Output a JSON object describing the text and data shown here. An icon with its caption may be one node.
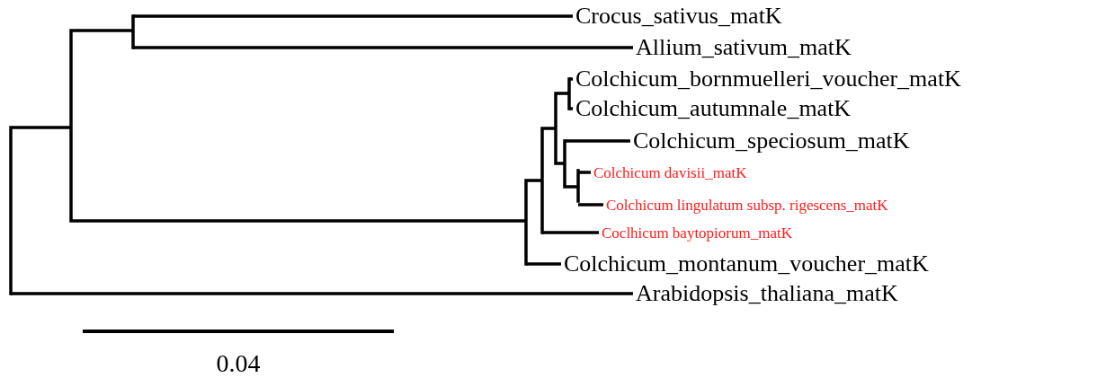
{
  "diagram": {
    "nodes": [
      {
        "text": [
          "Crocus_sativus_matK"
        ]
      },
      {
        "text": [
          "Allium_sativum_matK"
        ]
      },
      {
        "text": [
          "Colchicum_bornmuelleri_voucher_matK"
        ]
      },
      {
        "text": [
          "Colchicum_autumnale_matK"
        ]
      },
      {
        "text": [
          "Colchicum_speciosum_matK"
        ]
      },
      {
        "text": [
          "Colchicum davisii_matK"
        ]
      },
      {
        "text": [
          "Colchicum lingulatum subsp. rigescens_matK"
        ]
      },
      {
        "text": [
          "Coclhicum baytopiorum_matK"
        ]
      },
      {
        "text": [
          "Colchicum_montanum_voucher_matK"
        ]
      },
      {
        "text": [
          "Arabidopsis_thaliana_matK"
        ]
      }
    ],
    "edges": [
      {
        "from": null,
        "to": 0,
        "arrow": "none"
      },
      {
        "from": null,
        "to": 1,
        "arrow": "none"
      },
      {
        "from": null,
        "to": 2,
        "arrow": "none"
      },
      {
        "from": null,
        "to": 3,
        "arrow": "none"
      },
      {
        "from": null,
        "to": 4,
        "arrow": "none"
      },
      {
        "from": null,
        "to": 5,
        "arrow": "none"
      },
      {
        "from": null,
        "to": 6,
        "arrow": "none"
      },
      {
        "from": null,
        "to": 7,
        "arrow": "none"
      },
      {
        "from": null,
        "to": 8,
        "arrow": "none"
      },
      {
        "from": null,
        "to": 9,
        "arrow": "none"
      }
    ],
    "labels": [
      "0.04"
    ]
  }
}
